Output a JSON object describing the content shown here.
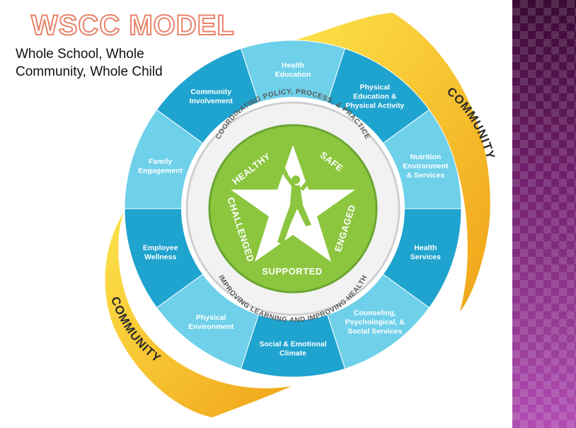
{
  "title": "WSCC MODEL",
  "subtitle_lines": [
    "Whole School, Whole",
    "Community, Whole Child"
  ],
  "community_label": "COMMUNITY",
  "inner_ring": {
    "top": "COORDINATING POLICY, PROCESS, & PRACTICE",
    "bottom": "IMPROVING LEARNING AND IMPROVING HEALTH"
  },
  "child_labels": [
    "HEALTHY",
    "SAFE",
    "ENGAGED",
    "SUPPORTED",
    "CHALLENGED"
  ],
  "components": [
    {
      "id": "health-education",
      "lines": [
        "Health",
        "Education"
      ]
    },
    {
      "id": "physical-education",
      "lines": [
        "Physical",
        "Education &",
        "Physical Activity"
      ]
    },
    {
      "id": "nutrition",
      "lines": [
        "Nutrition",
        "Environment",
        "& Services"
      ]
    },
    {
      "id": "health-services",
      "lines": [
        "Health",
        "Services"
      ]
    },
    {
      "id": "counseling",
      "lines": [
        "Counseling,",
        "Psychological, &",
        "Social Services"
      ]
    },
    {
      "id": "social-emotional",
      "lines": [
        "Social & Emotional",
        "Climate"
      ]
    },
    {
      "id": "physical-environment",
      "lines": [
        "Physical",
        "Environment"
      ]
    },
    {
      "id": "employee-wellness",
      "lines": [
        "Employee",
        "Wellness"
      ]
    },
    {
      "id": "family-engagement",
      "lines": [
        "Family",
        "Engagement"
      ]
    },
    {
      "id": "community-involvement",
      "lines": [
        "Community",
        "Involvement"
      ]
    }
  ],
  "colors": {
    "title_outline": "#e8826a",
    "segment_light": "#6fd0ea",
    "segment_dark": "#1fa3cf",
    "community_arc": "#f5b51b",
    "center_green": "#8cc63f",
    "dark_green": "#5f9e2f"
  }
}
